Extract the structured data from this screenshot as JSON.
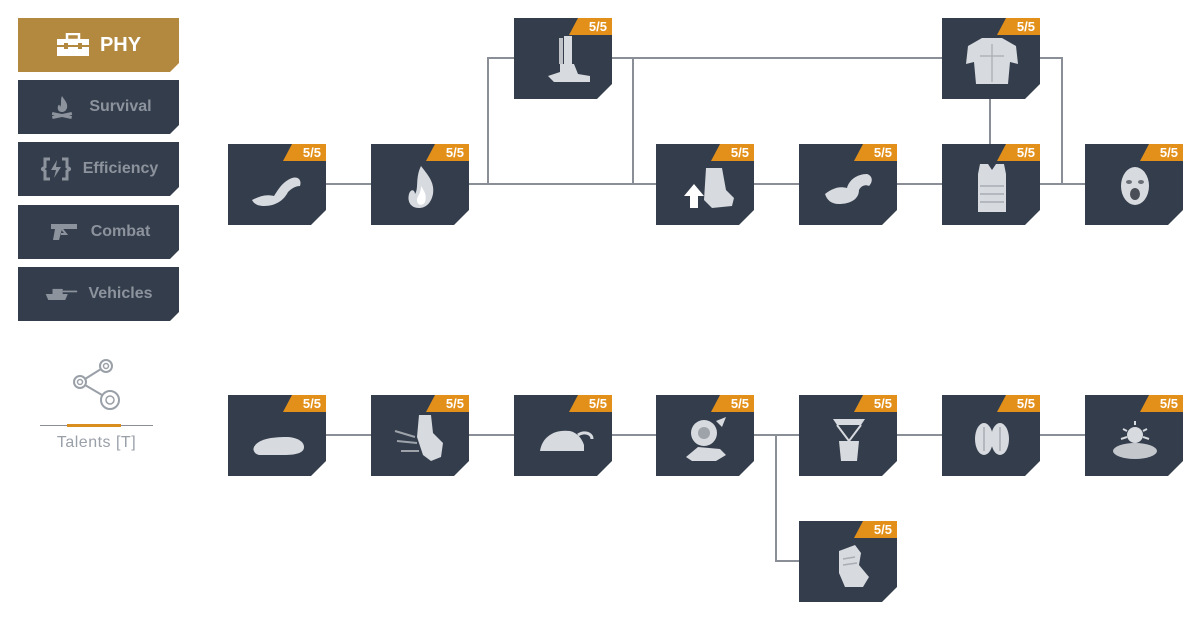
{
  "sidebar": {
    "tabs": [
      {
        "label": "PHY",
        "icon": "toolbox-icon",
        "active": true
      },
      {
        "label": "Survival",
        "icon": "campfire-icon",
        "active": false
      },
      {
        "label": "Efficiency",
        "icon": "gear-bolt-icon",
        "active": false
      },
      {
        "label": "Combat",
        "icon": "pistol-icon",
        "active": false
      },
      {
        "label": "Vehicles",
        "icon": "tank-icon",
        "active": false
      }
    ],
    "talents": {
      "label": "Talents [T]",
      "icon": "skill-tree-icon"
    }
  },
  "tree": {
    "nodes": [
      {
        "id": "n1",
        "icon": "arm-stretch-icon",
        "level": "5/5"
      },
      {
        "id": "n2",
        "icon": "flame-icon",
        "level": "5/5"
      },
      {
        "id": "n3",
        "icon": "leg-bone-icon",
        "level": "5/5"
      },
      {
        "id": "n4",
        "icon": "boot-up-arrow-icon",
        "level": "5/5"
      },
      {
        "id": "n5",
        "icon": "flexed-arm-icon",
        "level": "5/5"
      },
      {
        "id": "n6",
        "icon": "torso-icon",
        "level": "5/5"
      },
      {
        "id": "n7",
        "icon": "armor-vest-icon",
        "level": "5/5"
      },
      {
        "id": "n8",
        "icon": "shouting-face-icon",
        "level": "5/5"
      },
      {
        "id": "n9",
        "icon": "bare-foot-icon",
        "level": "5/5"
      },
      {
        "id": "n10",
        "icon": "running-shoe-icon",
        "level": "5/5"
      },
      {
        "id": "n11",
        "icon": "dust-slide-icon",
        "level": "5/5"
      },
      {
        "id": "n12",
        "icon": "hand-grab-icon",
        "level": "5/5"
      },
      {
        "id": "n13",
        "icon": "wrapped-bundle-icon",
        "level": "5/5"
      },
      {
        "id": "n14",
        "icon": "footprints-icon",
        "level": "5/5"
      },
      {
        "id": "n15",
        "icon": "virus-cloud-icon",
        "level": "5/5"
      },
      {
        "id": "n16",
        "icon": "sneaker-icon",
        "level": "5/5"
      }
    ]
  },
  "colors": {
    "accent": "#b3893f",
    "badge": "#e3901a",
    "tile": "#343d4c",
    "connector": "#8a8f97"
  }
}
